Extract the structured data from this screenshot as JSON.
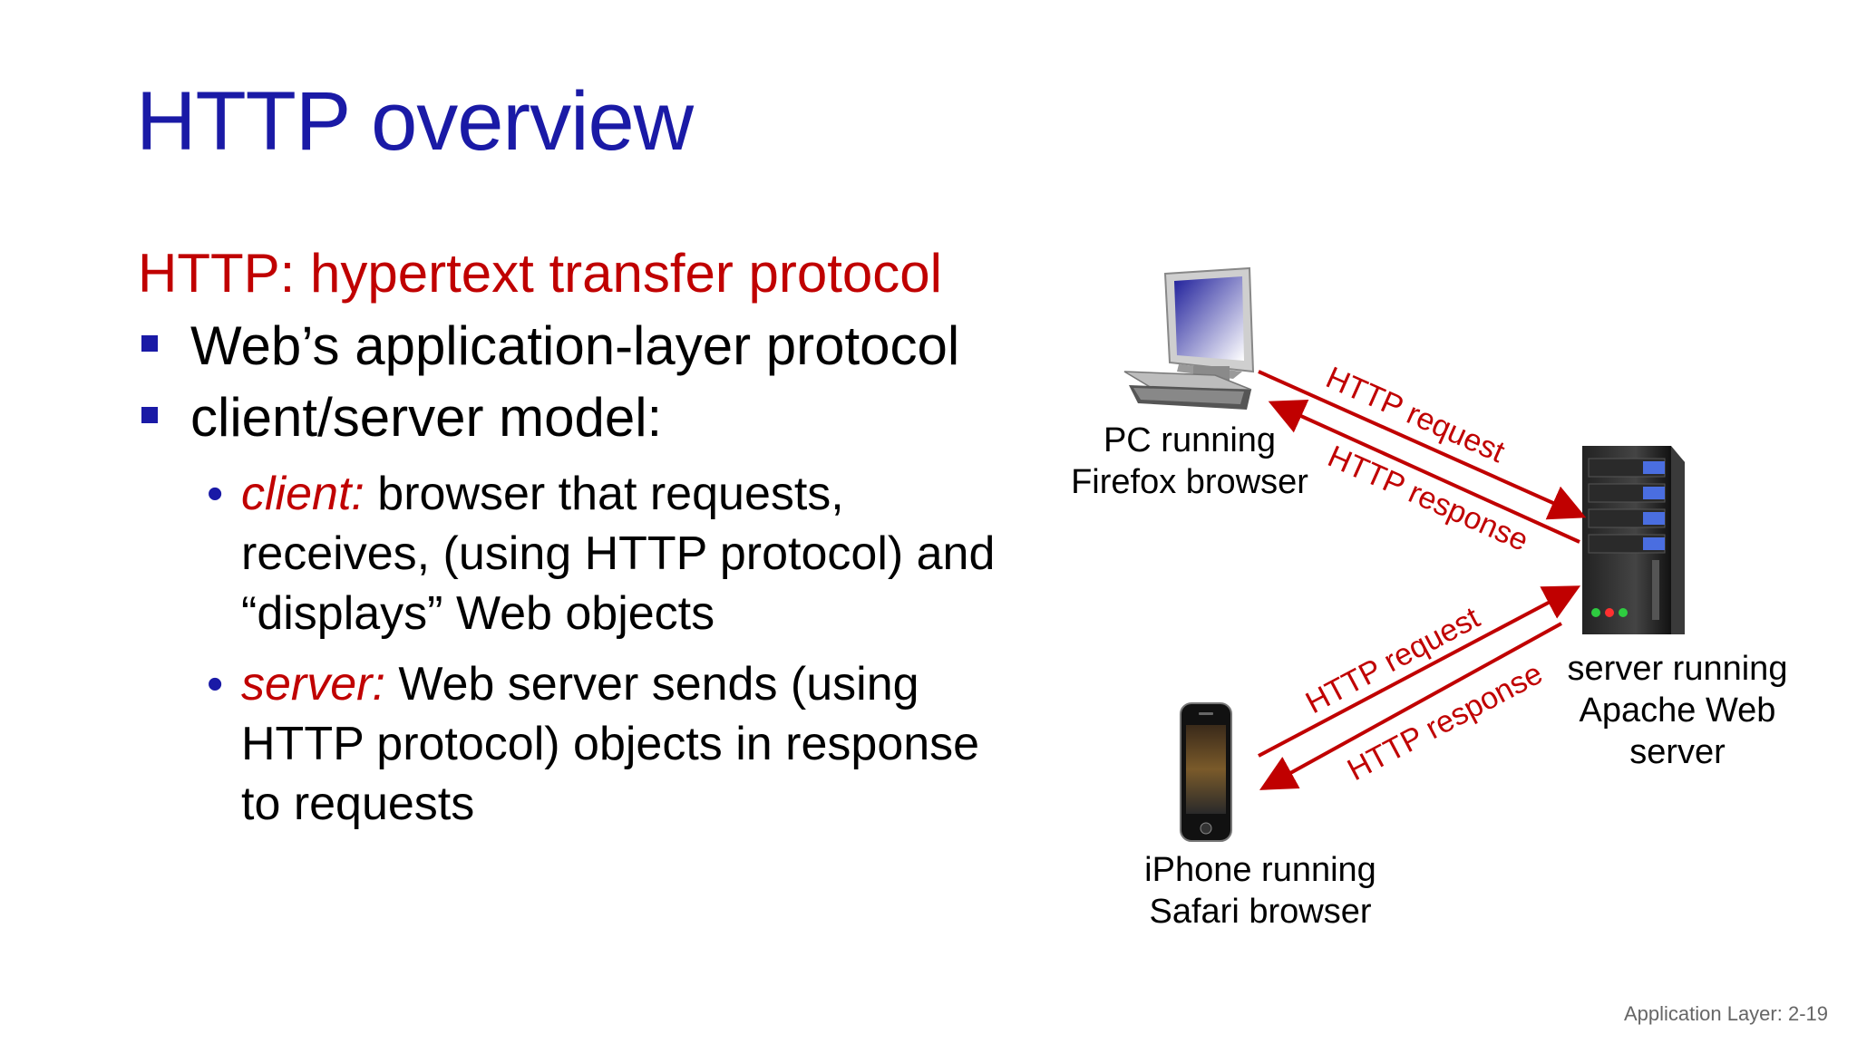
{
  "slide": {
    "title": "HTTP overview",
    "subtitle": "HTTP: hypertext transfer protocol",
    "bullets": [
      "Web’s application-layer protocol",
      "client/server model:"
    ],
    "sub_bullets": [
      {
        "keyword": "client:",
        "lines": [
          " browser that requests,",
          "receives, (using HTTP protocol) and",
          "“displays” Web objects"
        ]
      },
      {
        "keyword": "server:",
        "lines": [
          " Web server sends (using",
          "HTTP protocol) objects in response",
          "to requests"
        ]
      }
    ],
    "footer": "Application Layer: 2-19"
  },
  "diagram": {
    "pc_label": [
      "PC running",
      "Firefox browser"
    ],
    "server_label": [
      "server running",
      "Apache Web",
      "server"
    ],
    "iphone_label": [
      "iPhone running",
      "Safari browser"
    ],
    "arrow_labels": {
      "pc_request": "HTTP request",
      "pc_response": "HTTP response",
      "iphone_request": "HTTP request",
      "iphone_response": "HTTP response"
    },
    "colors": {
      "title": "#1a1aa6",
      "accent": "#c00000",
      "bullet": "#1a1aa6"
    }
  }
}
